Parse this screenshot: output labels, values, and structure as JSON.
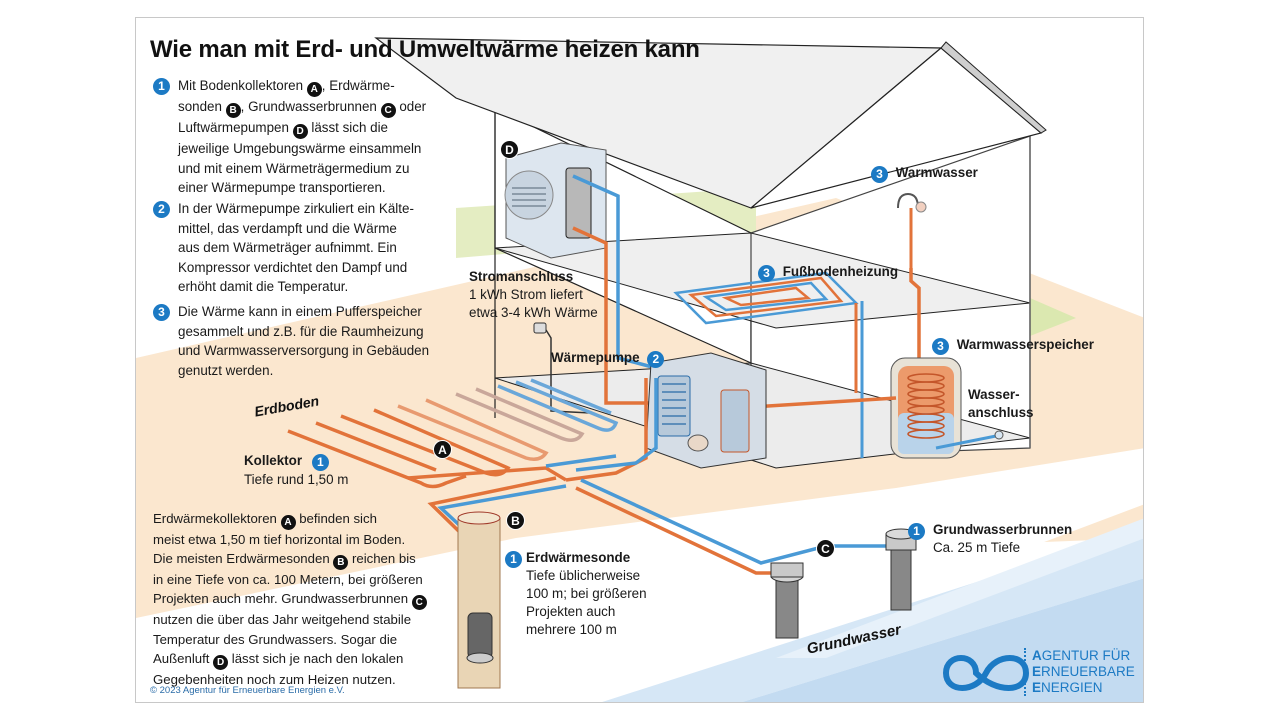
{
  "title": "Wie man mit Erd- und Umweltwärme heizen kann",
  "colors": {
    "accent_blue": "#1c7ac4",
    "warm_pipe": "#e2733a",
    "cold_pipe": "#4a9ad6",
    "ground": "#fbe7cf",
    "groundwater": "#cfe2f3",
    "lawn": "#e4edc2"
  },
  "steps": [
    {
      "number": "1",
      "lines": [
        [
          "Mit Bodenkollektoren ",
          {
            "letter": "A"
          },
          ", Erdwärme-"
        ],
        [
          "sonden ",
          {
            "letter": "B"
          },
          ", Grundwasserbrunnen ",
          {
            "letter": "C"
          },
          " oder"
        ],
        [
          "Luftwärmepumpen ",
          {
            "letter": "D"
          },
          " lässt sich die"
        ],
        [
          "jeweilige Umgebungswärme einsammeln"
        ],
        [
          "und mit einem Wärmeträgermedium zu"
        ],
        [
          "einer Wärmepumpe transportieren."
        ]
      ]
    },
    {
      "number": "2",
      "lines": [
        [
          "In der Wärmepumpe zirkuliert ein Kälte-"
        ],
        [
          "mittel, das verdampft und die Wärme"
        ],
        [
          "aus dem Wärmeträger aufnimmt. Ein"
        ],
        [
          "Kompressor verdichtet den Dampf und"
        ],
        [
          "erhöht damit die Temperatur."
        ]
      ]
    },
    {
      "number": "3",
      "lines": [
        [
          "Die Wärme kann in einem Pufferspeicher"
        ],
        [
          "gesammelt und z.B. für die Raumheizung"
        ],
        [
          "und Warmwasserversorgung in Gebäuden"
        ],
        [
          "genutzt werden."
        ]
      ]
    }
  ],
  "bottom_text": {
    "lines": [
      [
        "Erdwärmekollektoren ",
        {
          "letter": "A"
        },
        " befinden sich"
      ],
      [
        "meist etwa 1,50 m tief horizontal im Boden."
      ],
      [
        "Die meisten Erdwärmesonden ",
        {
          "letter": "B"
        },
        " reichen bis"
      ],
      [
        "in eine Tiefe von ca. 100 Metern, bei größeren"
      ],
      [
        "Projekten auch mehr. Grundwasserbrunnen ",
        {
          "letter": "C"
        }
      ],
      [
        "nutzen die über das Jahr weitgehend stabile"
      ],
      [
        "Temperatur des Grundwassers. Sogar die"
      ],
      [
        "Außenluft ",
        {
          "letter": "D"
        },
        " lässt sich je nach den lokalen"
      ],
      [
        "Gegebenheiten noch zum Heizen nutzen."
      ]
    ]
  },
  "labels": {
    "erdboden": "Erdboden",
    "grundwasser": "Grundwasser",
    "kollektor": {
      "number": "1",
      "title": "Kollektor",
      "detail": "Tiefe rund 1,50 m"
    },
    "stromanschluss": {
      "title": "Stromanschluss",
      "detail1": "1 kWh Strom liefert",
      "detail2": "etwa 3-4 kWh Wärme"
    },
    "waermepumpe": {
      "number": "2",
      "title": "Wärmepumpe"
    },
    "fussbodenheizung": {
      "number": "3",
      "title": "Fußbodenheizung"
    },
    "warmwasser": {
      "number": "3",
      "title": "Warmwasser"
    },
    "warmwasserspeicher": {
      "number": "3",
      "title": "Warmwasserspeicher"
    },
    "wasseranschluss": {
      "line1": "Wasser-",
      "line2": "anschluss"
    },
    "erdwaermesonde": {
      "number": "1",
      "title": "Erdwärmesonde",
      "detail": [
        "Tiefe üblicherweise",
        "100 m; bei größeren",
        "Projekten auch",
        "mehrere 100 m"
      ]
    },
    "grundwasserbrunnen": {
      "number": "1",
      "title": "Grundwasserbrunnen",
      "detail": "Ca. 25 m Tiefe"
    },
    "markers": {
      "A": "A",
      "B": "B",
      "C": "C",
      "D": "D"
    }
  },
  "copyright": "© 2023 Agentur für Erneuerbare Energien e.V.",
  "logo": {
    "lines": [
      {
        "initial": "A",
        "rest": "GENTUR FÜR"
      },
      {
        "initial": "E",
        "rest": "RNEUERBARE"
      },
      {
        "initial": "E",
        "rest": "NERGIEN"
      }
    ]
  }
}
